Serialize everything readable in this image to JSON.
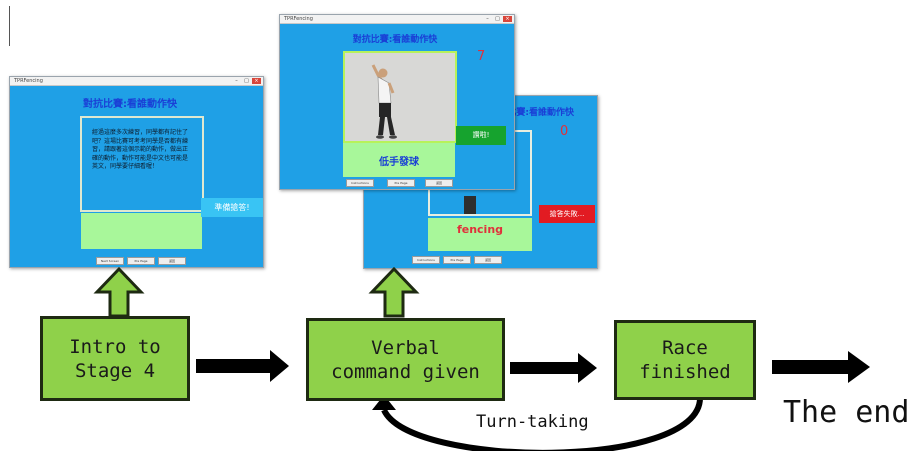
{
  "flow": {
    "intro": "Intro to\nStage 4",
    "verbal": "Verbal\ncommand given",
    "race": "Race\nfinished",
    "turn_taking": "Turn-taking",
    "the_end": "The end"
  },
  "screens": {
    "left": {
      "window_title": "TPRFencing",
      "game_title": "對抗比賽:看誰動作快",
      "instructions": "經過這麼多次練習，同學都有記住了吧？這場比賽可考考同學是否都有練習，請跟著這個示範的動作，做出正確的動作，動作可能是中文也可能是英文，同學要仔細看喔！",
      "status_label": "準備搶答!",
      "buttons": [
        "Next Screen",
        "Pre Page",
        "返回"
      ]
    },
    "back": {
      "game_title": "比賽:看誰動作快",
      "score": "0",
      "word": "fencing",
      "status_label": "搶答失敗...",
      "buttons": [
        "Instructions",
        "Pre Page",
        "返回"
      ]
    },
    "front": {
      "window_title": "TPRFencing",
      "game_title": "對抗比賽:看誰動作快",
      "score": "7",
      "word": "低手發球",
      "status_label": "讚啦!",
      "buttons": [
        "Instructions",
        "Pre Page",
        "返回"
      ]
    }
  },
  "colors": {
    "game_bg": "#1fa0e6",
    "box_green": "#8fd14a",
    "bar_green": "#a8f79a",
    "title_blue": "#1a3fd6"
  }
}
